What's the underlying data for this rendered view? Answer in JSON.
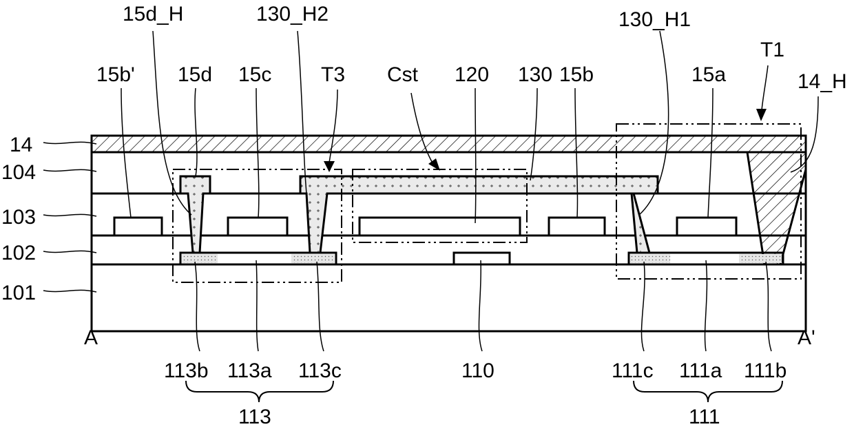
{
  "figure": {
    "endpoints": {
      "left": "A",
      "right": "A'"
    },
    "layers": {
      "l14": "14",
      "l104": "104",
      "l103": "103",
      "l102": "102",
      "l101": "101"
    },
    "top_labels": {
      "l15d_H": "15d_H",
      "l130_H2": "130_H2",
      "l130_H1": "130_H1",
      "lT1": "T1",
      "l15b_p": "15b'",
      "l15d": "15d",
      "l15c": "15c",
      "lT3": "T3",
      "lCst": "Cst",
      "l120": "120",
      "l130": "130",
      "l15b": "15b",
      "l15a": "15a",
      "l14_H": "14_H"
    },
    "bottom_labels": {
      "l113b": "113b",
      "l113a": "113a",
      "l113c": "113c",
      "l110": "110",
      "l111c": "111c",
      "l111a": "111a",
      "l111b": "111b",
      "l113": "113",
      "l111": "111"
    }
  }
}
